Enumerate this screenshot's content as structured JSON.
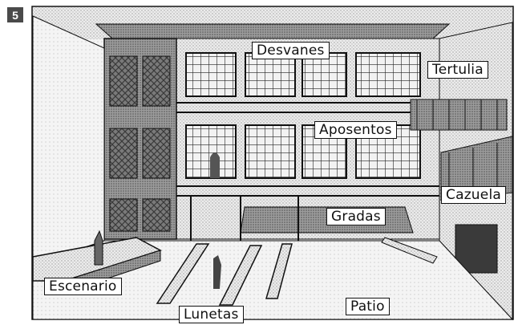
{
  "figure_number": "5",
  "labels": {
    "desvanes": "Desvanes",
    "tertulia": "Tertulia",
    "aposentos": "Aposentos",
    "cazuela": "Cazuela",
    "gradas": "Gradas",
    "escenario": "Escenario",
    "lunetas": "Lunetas",
    "patio": "Patio"
  }
}
